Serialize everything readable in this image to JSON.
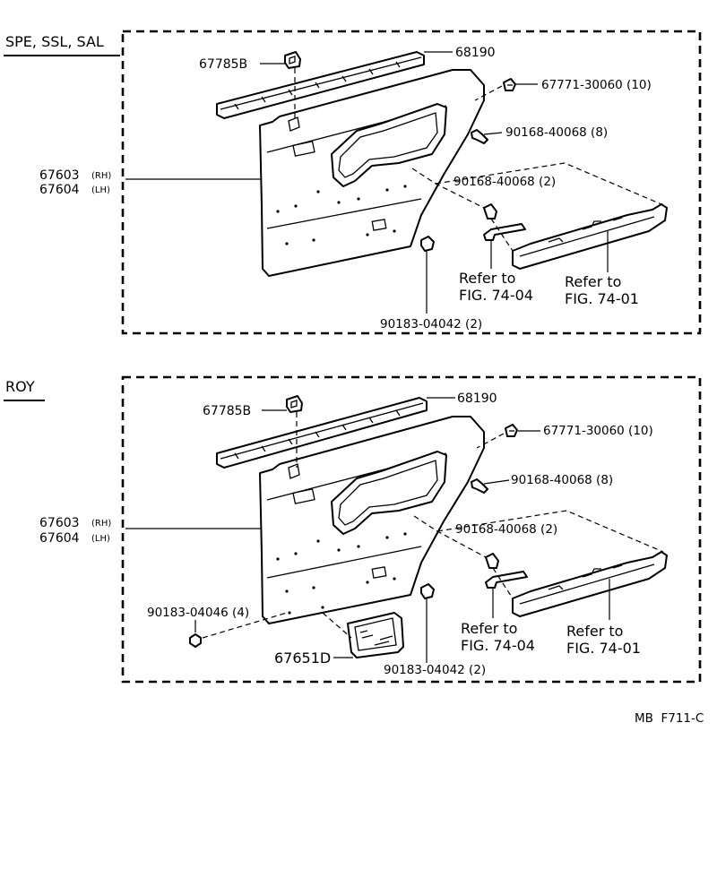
{
  "sections": [
    {
      "variant_label": "SPE, SSL, SAL",
      "parts": {
        "escutcheon": "67785B",
        "weatherstrip": "68190",
        "clip_top": "67771-30060 (10)",
        "screw_a": "90168-40068 (8)",
        "screw_b": "90168-40068 (2)",
        "board_rh_number": "67603",
        "board_rh_side": "(RH)",
        "board_lh_number": "67604",
        "board_lh_side": "(LH)",
        "refer_inner_line1": "Refer to",
        "refer_inner_line2": "FIG. 74-04",
        "refer_outer_line1": "Refer to",
        "refer_outer_line2": "FIG. 74-01",
        "nut_bottom": "90183-04042 (2)"
      }
    },
    {
      "variant_label": "ROY",
      "parts": {
        "escutcheon": "67785B",
        "weatherstrip": "68190",
        "clip_top": "67771-30060 (10)",
        "screw_a": "90168-40068 (8)",
        "screw_b": "90168-40068 (2)",
        "board_rh_number": "67603",
        "board_rh_side": "(RH)",
        "board_lh_number": "67604",
        "board_lh_side": "(LH)",
        "refer_inner_line1": "Refer to",
        "refer_inner_line2": "FIG. 74-04",
        "refer_outer_line1": "Refer to",
        "refer_outer_line2": "FIG. 74-01",
        "nut_left": "90183-04046 (4)",
        "pocket_panel": "67651D",
        "nut_bottom": "90183-04042 (2)"
      }
    }
  ],
  "footer": {
    "code": "MB  F711-C"
  }
}
